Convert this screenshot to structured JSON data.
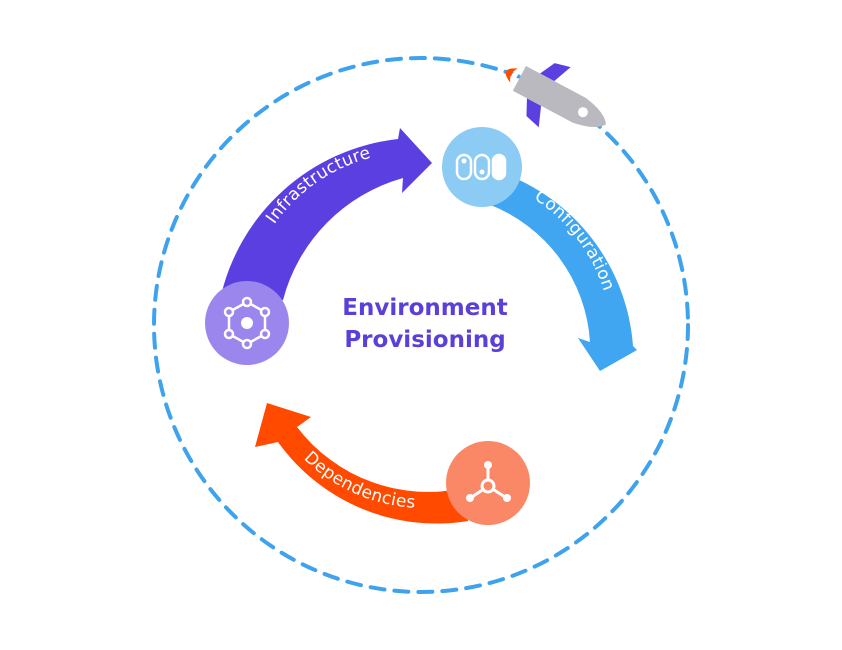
{
  "center_title": {
    "line1": "Environment",
    "line2": "Provisioning",
    "color": "#5B3FD9"
  },
  "stages": [
    {
      "id": "infrastructure",
      "label": "Infrastructure",
      "arrow_color": "#5B3FE0",
      "circle_color": "#9B86EE",
      "icon": "hexagon-network-icon"
    },
    {
      "id": "configuration",
      "label": "Configuration",
      "arrow_color": "#40A6F2",
      "circle_color": "#8CCBF4",
      "icon": "toggle-pills-icon"
    },
    {
      "id": "dependencies",
      "label": "Dependencies",
      "arrow_color": "#FF4A00",
      "circle_color": "#FA8867",
      "icon": "hub-nodes-icon"
    }
  ],
  "orbit": {
    "color": "#3FA2EC"
  },
  "rocket": {
    "body_color": "#B9B9BF",
    "fin_color": "#5B3FE0",
    "flame_color": "#FF4A00",
    "icon": "rocket-icon"
  }
}
